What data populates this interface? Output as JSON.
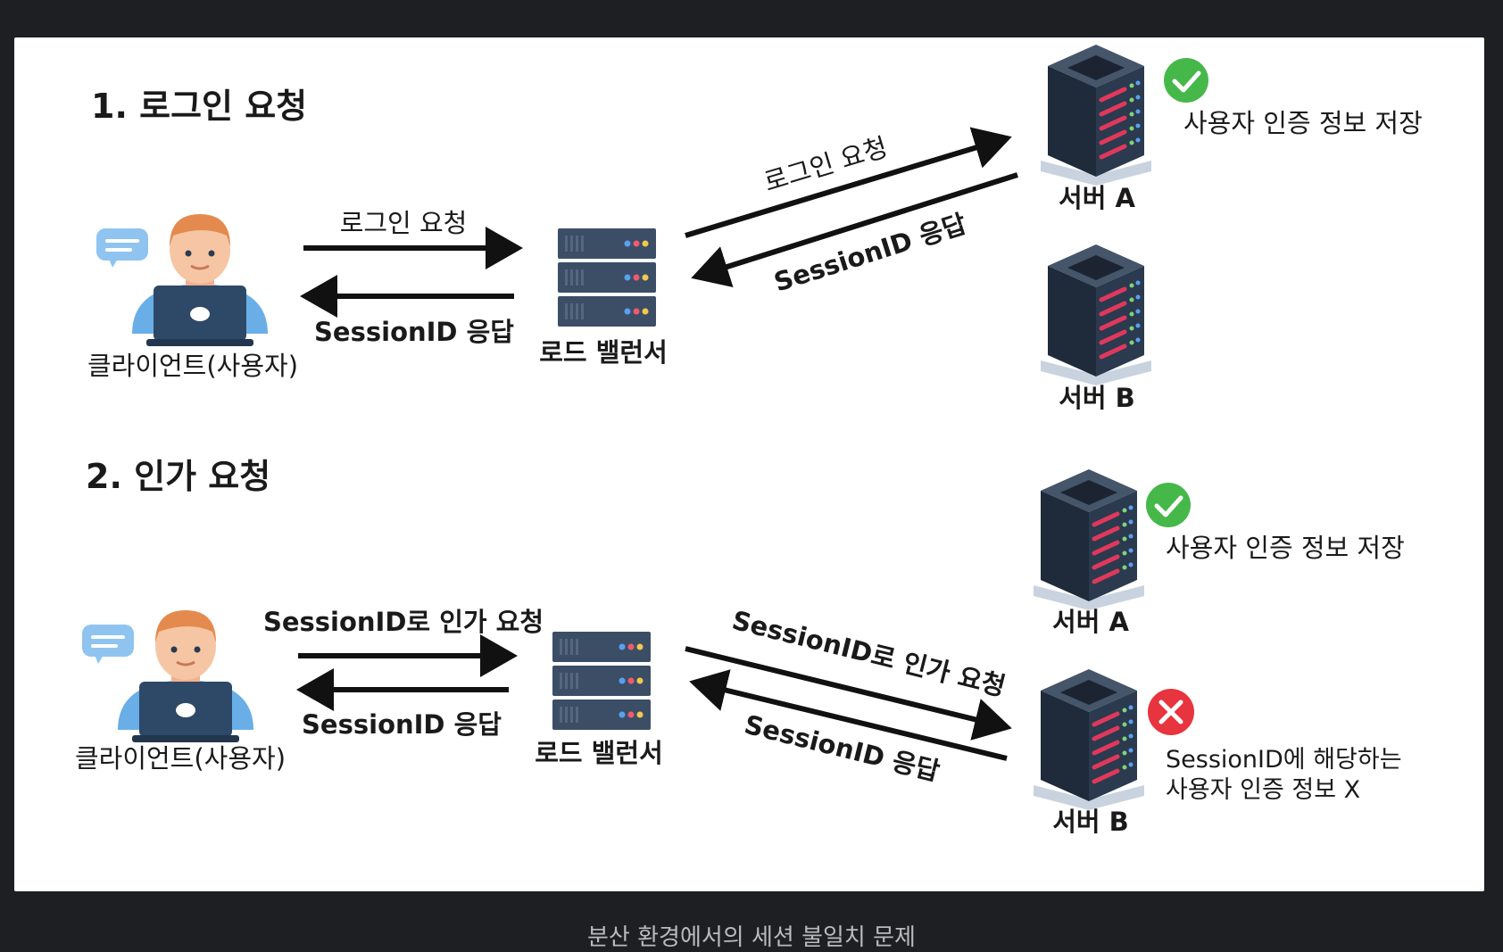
{
  "section1": {
    "title": "1. 로그인 요청",
    "client_label": "클라이언트(사용자)",
    "lb_label": "로드 밸런서",
    "client_to_lb": "로그인 요청",
    "lb_to_client": "SessionID 응답",
    "lb_to_server": "로그인 요청",
    "server_to_lb": "SessionID 응답",
    "server_a_label": "서버 A",
    "server_b_label": "서버 B",
    "server_a_status": "사용자 인증 정보 저장"
  },
  "section2": {
    "title": "2. 인가 요청",
    "client_label": "클라이언트(사용자)",
    "lb_label": "로드 밸런서",
    "client_to_lb": "SessionID로 인가 요청",
    "lb_to_client": "SessionID 응답",
    "lb_to_server": "SessionID로 인가 요청",
    "server_to_lb": "SessionID 응답",
    "server_a_label": "서버 A",
    "server_b_label": "서버 B",
    "server_a_status": "사용자 인증 정보 저장",
    "server_b_status_line1": "SessionID에 해당하는",
    "server_b_status_line2": "사용자 인증 정보 X"
  },
  "caption": "분산 환경에서의 세션 불일치 문제",
  "colors": {
    "success": "#46b84a",
    "error": "#e8343f",
    "server_body": "#2b3a4e",
    "accent_red": "#e0385c"
  }
}
